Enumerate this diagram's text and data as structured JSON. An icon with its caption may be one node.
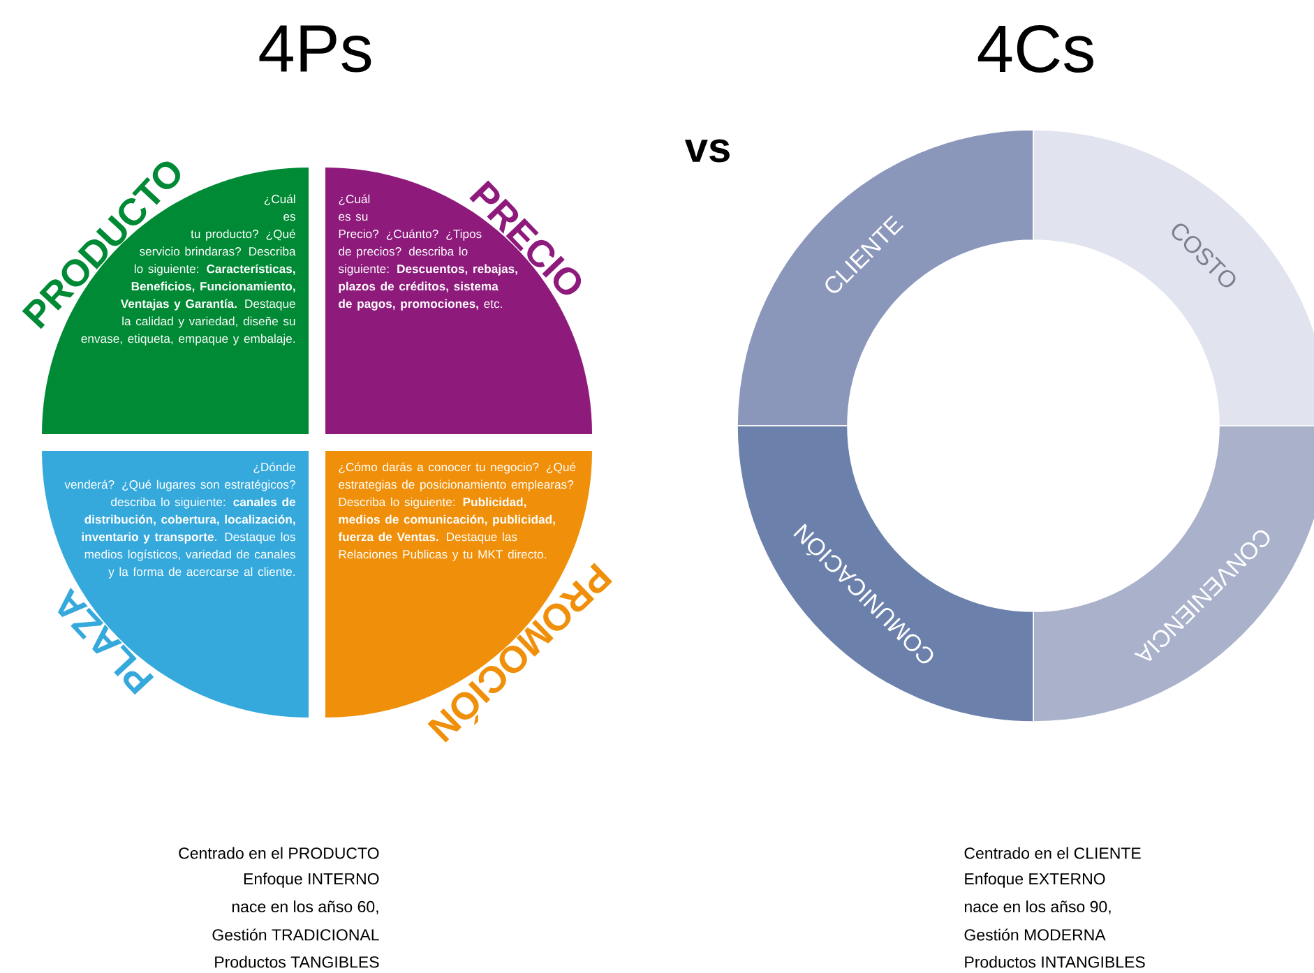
{
  "diagram": {
    "nodes": [
      {
        "text": [
          "PRODUCTO",
          "¿Cuál es tu producto? ¿Qué servicio brindaras? Describa lo siguiente: **Características, Beneficios, Funcionamiento, Ventajas y Garantía.** Destaque la calidad y variedad, diseñe su envase, etiqueta, empaque y embalaje."
        ]
      },
      {
        "text": [
          "PRECIO",
          "¿Cuál es su Precio? ¿Cuánto? ¿Tipos de precios? describa lo siguiente: **Descuentos, rebajas, plazos de créditos, sistema de pagos, promociones,** etc."
        ]
      },
      {
        "text": [
          "PLAZA",
          "¿Dónde venderá? ¿Qué lugares son estratégicos? describa lo siguiente: **canales de distribución, cobertura, localización, inventario y transporte**. Destaque los medios logísticos, variedad de canales y la forma de acercarse al cliente."
        ]
      },
      {
        "text": [
          "PROMOCIÓN",
          "¿Cómo darás a conocer tu negocio? ¿Qué estrategias de posicionamiento emplearas? Describa lo siguiente: **Publicidad, medios de comunicación, publicidad, fuerza de Ventas.** Destaque las Relaciones Publicas y tu MKT directo."
        ]
      },
      {
        "text": [
          "CLIENTE"
        ]
      },
      {
        "text": [
          "COSTO"
        ]
      },
      {
        "text": [
          "CONVENIENCIA"
        ]
      },
      {
        "text": [
          "COMUNICACIÓN"
        ]
      }
    ],
    "labels": [
      "4Ps",
      "4Cs",
      "vs",
      "Centrado en el PRODUCTO",
      "Enfoque INTERNO",
      "nace en los añso 60,",
      "Gestión  TRADICIONAL",
      "Productos TANGIBLES",
      "Centrado en el CLIENTE",
      "Enfoque EXTERNO",
      "nace en los añso 90,",
      "Gestión  MODERNA",
      "Productos INTANGIBLES"
    ]
  }
}
